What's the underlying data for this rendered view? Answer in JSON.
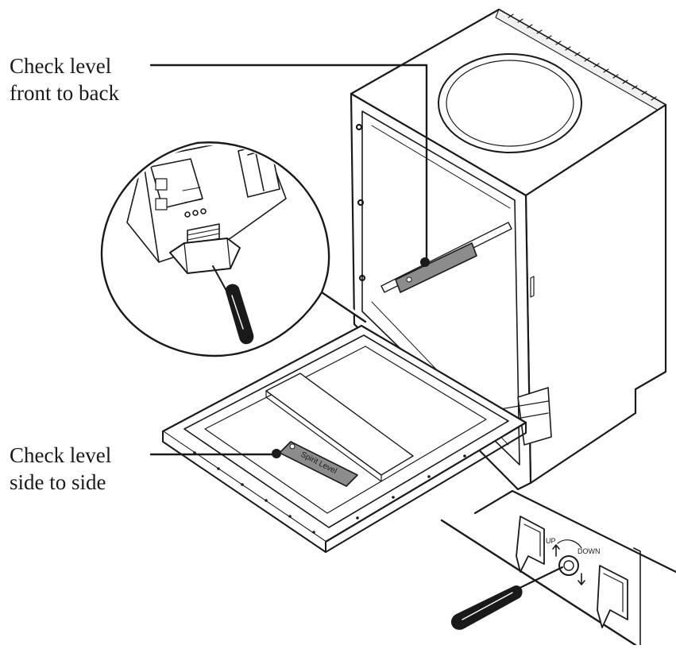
{
  "callouts": {
    "front_to_back": {
      "line1": "Check level",
      "line2": "front to back"
    },
    "side_to_side": {
      "line1": "Check level",
      "line2": "side to side"
    }
  },
  "spirit_level_label": "Spirit Level",
  "adjuster_labels": {
    "up": "UP",
    "down": "DOWN"
  },
  "colors": {
    "ink": "#1a1a1a",
    "paper": "#ffffff",
    "shade": "#cfcfcf",
    "level": "#8c8c8c"
  },
  "icons": [
    "screwdriver-icon",
    "spirit-level-icon",
    "adjust-arrows-icon",
    "magnifier-circle-icon"
  ]
}
